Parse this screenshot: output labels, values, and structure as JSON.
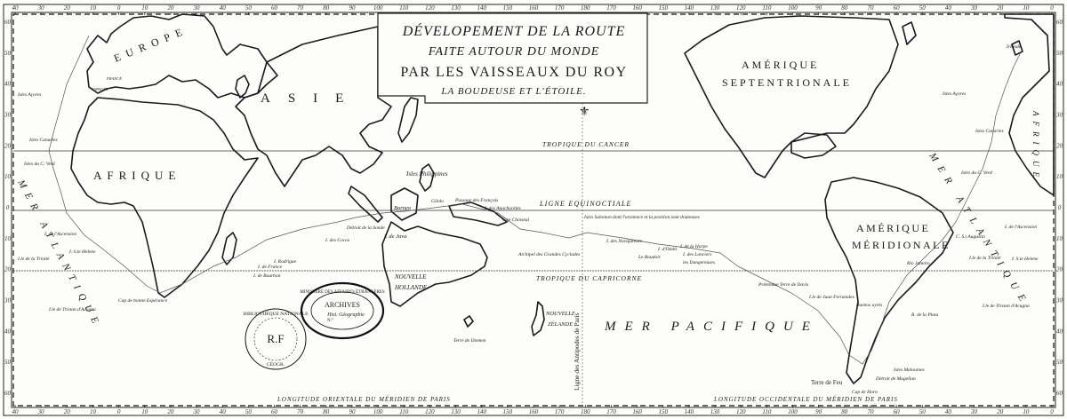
{
  "cartouche": {
    "line1": "DÉVELOPEMENT DE LA ROUTE",
    "line2": "FAITE AUTOUR DU MONDE",
    "line3": "PAR LES VAISSEAUX DU ROY",
    "line4": "LA BOUDEUSE ET L'ÉTOILE."
  },
  "scale": {
    "top_longitudes": [
      "40",
      "30",
      "20",
      "10",
      "0",
      "10",
      "20",
      "30",
      "40",
      "50",
      "60",
      "70",
      "80",
      "90",
      "100",
      "110",
      "120",
      "130",
      "140",
      "150",
      "160",
      "170",
      "180",
      "170",
      "160",
      "150",
      "140",
      "130",
      "120",
      "110",
      "100",
      "90",
      "80",
      "70",
      "60",
      "50",
      "40",
      "30",
      "20",
      "10",
      "0"
    ],
    "left_latitudes": [
      "60",
      "50",
      "40",
      "30",
      "20",
      "10",
      "0",
      "10",
      "20",
      "30",
      "40",
      "50",
      "60"
    ],
    "bottom_east_caption": "LONGITUDE ORIENTALE DU MÉRIDIEN DE PARIS",
    "bottom_west_caption": "LONGITUDE OCCIDENTALE DU MÉRIDIEN DE PARIS",
    "antipodes_meridian": "Ligne des Antipodes de Paris"
  },
  "parallels": {
    "cancer": "TROPIQUE DU CANCER",
    "equator": "LIGNE EQUINOCTIALE",
    "capricorn": "TROPIQUE DU CAPRICORNE"
  },
  "regions": {
    "europe": "EUROPE",
    "asie": "ASIE",
    "afrique": "AFRIQUE",
    "afrique_east": "AFRIQUE",
    "amerique_sept_1": "AMÉRIQUE",
    "amerique_sept_2": "SEPTENTRIONALE",
    "amerique_merid_1": "AMÉRIQUE",
    "amerique_merid_2": "MÉRIDIONALE",
    "nouvelle_hollande_1": "NOUVELLE",
    "nouvelle_hollande_2": "HOLLANDE",
    "nouvelle_zelande_1": "NOUVELLE",
    "nouvelle_zelande_2": "ZÉLANDE",
    "mer_pacifique": "MER PACIFIQUE",
    "mer_atlantique_west": "MER ATLANTIQUE",
    "mer_atlantique_east": "MER ATLANTIQUE"
  },
  "places": {
    "isles_acores": "Isles Açores",
    "isles_canaries": "Isles Canaries",
    "isles_cap_verd": "Isles du C. Verd",
    "i_ascension": "I. de l'Ascension",
    "i_ste_helene": "I. S.te Helene",
    "i_trinite": "I.le de la Trinité",
    "i_tristan": "I.le de Tristan d'Acugna",
    "cap_bonne_esperance": "Cap de bonne Espérance",
    "i_rodrigue": "I. Rodrigue",
    "i_de_france": "I. de France",
    "i_bourbon": "I. de Bourbon",
    "detroit_sonde": "Détroit de la Sonde",
    "i_des_cocos": "I. des Cocos",
    "isle_java": "I. de Java",
    "borneo": "Borneo",
    "isles_philippines": "Isles Philippines",
    "gilolo": "Gilolo",
    "passage_francois": "Passage des François",
    "i_anachoretes": "I. des Anachorètes",
    "cap_choiseul": "Cap Choiseul",
    "archipel_cyclades": "Archipel des Grandes Cyclades",
    "isles_salomon": "Isles Salomon dont l'existence et la position sont douteuses",
    "i_navigateurs": "I. des Navigateurs",
    "oaiti": "I. d'Otaiti",
    "i_harpe": "I. de la Harpe",
    "i_lanciers": "I. des Lanciers",
    "boudoir": "Le Boudoir",
    "dangereux": "les Dangereuses",
    "terre_diemen": "Terre de Diemen",
    "terre_davis": "Prétendue Terre de Davis",
    "juan_fernandes": "I.le de Juan Fernandes",
    "buenos_ayres": "Buenos ayres",
    "riviere_plata": "R. de la Plata",
    "rio_janeiro": "Rio Janeiro",
    "cap_st_augustin": "C. S.t Augustin",
    "isles_malouines": "Isles Malouines",
    "detroit_magellan": "Détroit de Magellan",
    "terre_de_feu": "Terre de Feu",
    "cap_horn": "Cap de Horn",
    "irlande": "Irlande",
    "france": "FRANCE",
    "espagne": "ESPAGNE"
  },
  "stamps": {
    "archives_ring": "MINISTÈRE DES AFFAIRES ÉTRANGÈRES",
    "archives_center": "ARCHIVES",
    "archives_sub": "Hist. Géographie",
    "archives_no": "N.°",
    "bn_ring": "BIBLIOTHÈQUE NATIONALE",
    "bn_center": "R.F",
    "bn_bottom": "CÉOGR."
  }
}
